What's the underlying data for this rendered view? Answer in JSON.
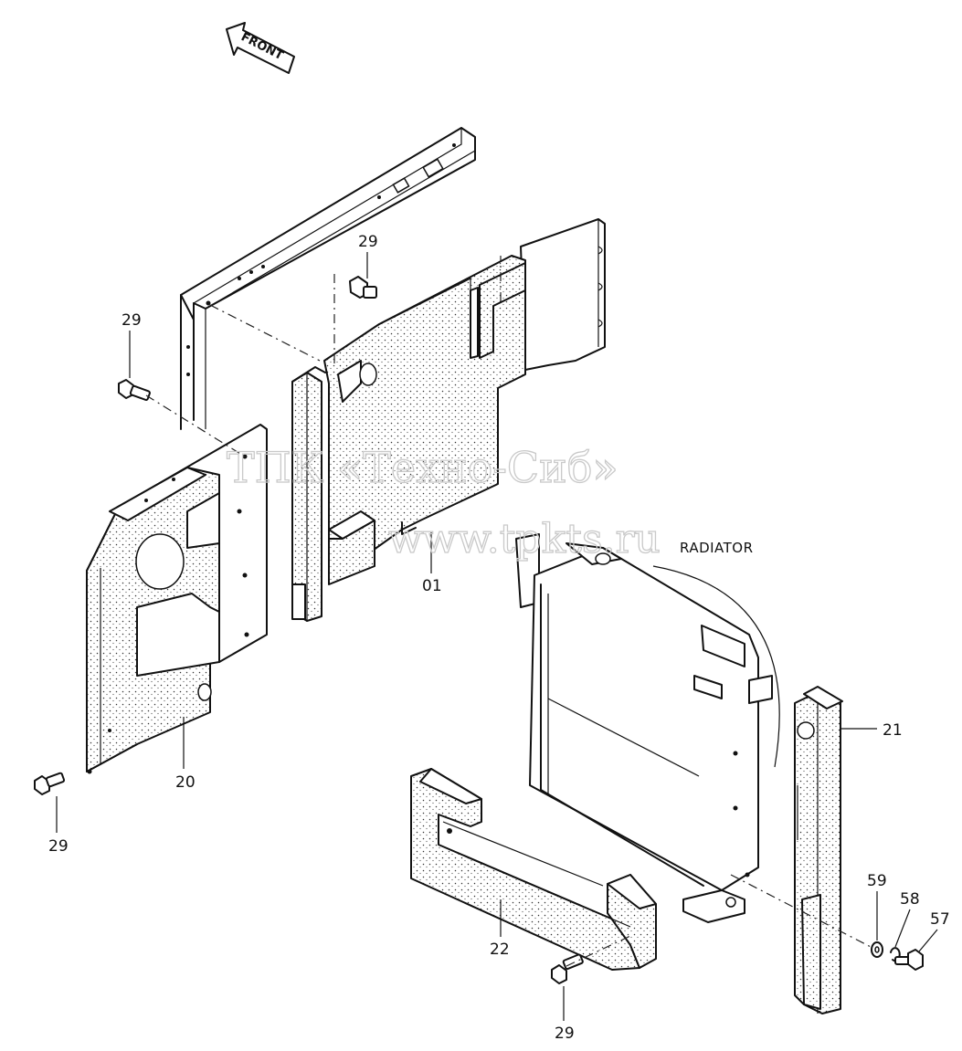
{
  "direction_label": "FRONT",
  "assembly_label": "RADIATOR",
  "watermark": {
    "line1": "ТПК «Техно-Сиб»",
    "line2": "www.tpkts.ru"
  },
  "parts": {
    "p01": "01",
    "p20": "20",
    "p21": "21",
    "p22": "22",
    "p29_top": "29",
    "p29_left": "29",
    "p29_lower_left": "29",
    "p29_bottom": "29",
    "p57": "57",
    "p58": "58",
    "p59": "59"
  },
  "colors": {
    "line": "#111111",
    "watermark": "#c9c9c9",
    "background": "#ffffff"
  }
}
